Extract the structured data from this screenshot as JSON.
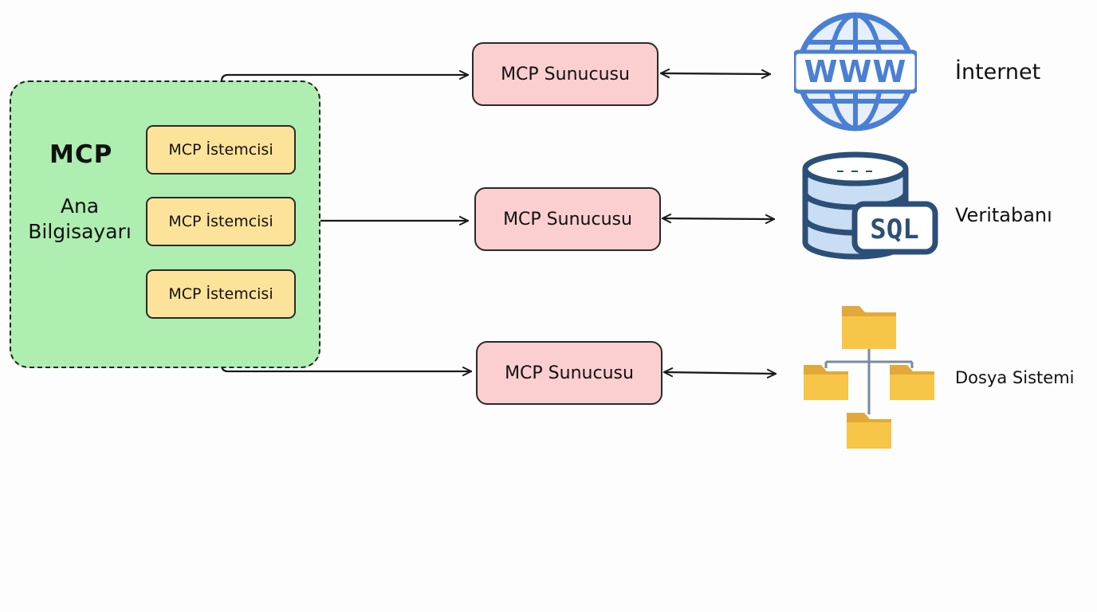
{
  "host": {
    "title": "MCP",
    "subtitle": "Ana Bilgisayarı"
  },
  "clients": [
    {
      "label": "MCP İstemcisi"
    },
    {
      "label": "MCP İstemcisi"
    },
    {
      "label": "MCP İstemcisi"
    }
  ],
  "servers": [
    {
      "label": "MCP Sunucusu"
    },
    {
      "label": "MCP Sunucusu"
    },
    {
      "label": "MCP Sunucusu"
    }
  ],
  "resources": [
    {
      "label": "İnternet",
      "icon": "globe-www-icon"
    },
    {
      "label": "Veritabanı",
      "icon": "database-sql-icon"
    },
    {
      "label": "Dosya Sistemi",
      "icon": "folder-tree-icon"
    }
  ],
  "icon_text": {
    "www": "WWW",
    "sql": "SQL"
  },
  "colors": {
    "host_fill": "#aeeeb0",
    "client_fill": "#fde39a",
    "server_fill": "#fbcfcf",
    "globe_blue": "#4a7fd4",
    "db_blue": "#2c4f78",
    "folder_yellow": "#f7c548"
  }
}
